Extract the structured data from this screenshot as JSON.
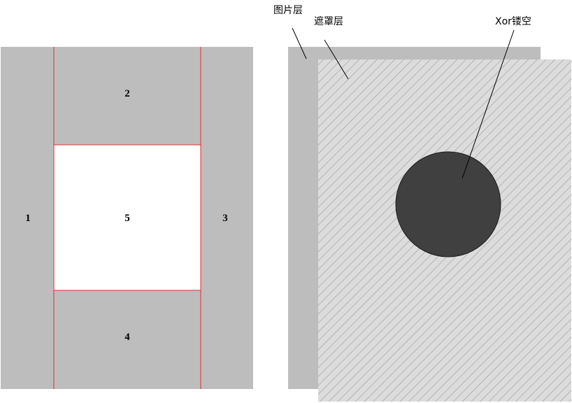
{
  "left_diagram": {
    "regions": [
      {
        "id": "1",
        "label": "1"
      },
      {
        "id": "2",
        "label": "2"
      },
      {
        "id": "3",
        "label": "3"
      },
      {
        "id": "4",
        "label": "4"
      },
      {
        "id": "5",
        "label": "5"
      }
    ]
  },
  "right_diagram": {
    "image_layer_label": "图片层",
    "mask_layer_label": "遮罩层",
    "xor_label": "Xor镂空"
  },
  "colors": {
    "image_gray": "#bdbdbd",
    "mask_fill": "#dcdcdc",
    "hatch": "#9a9a9a",
    "divider": "#e03030",
    "circle": "#404040"
  }
}
